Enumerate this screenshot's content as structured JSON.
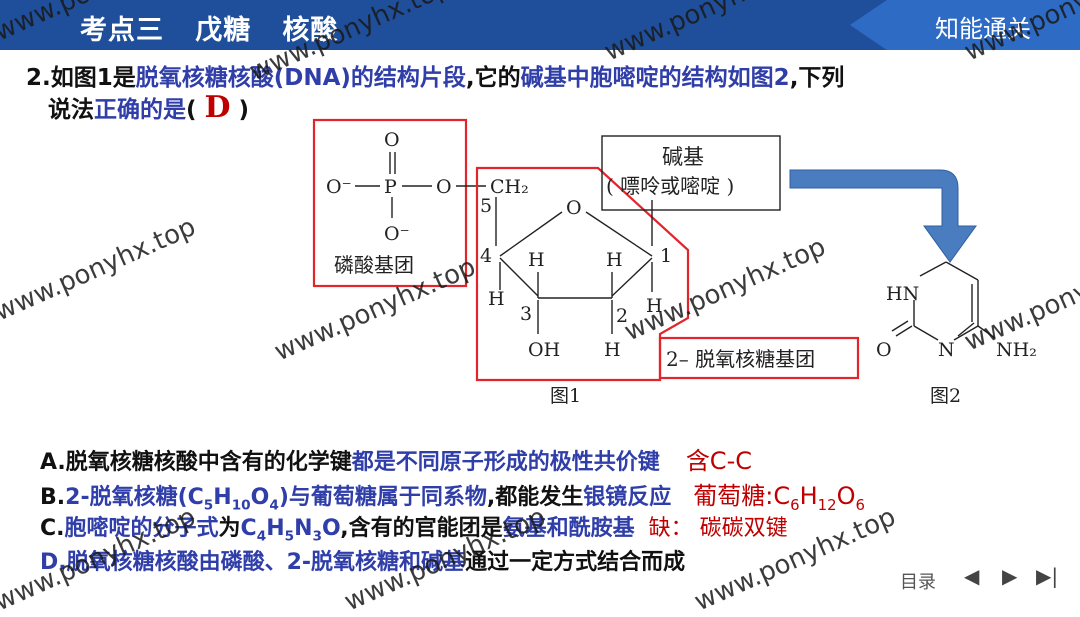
{
  "header": {
    "title": "考点三   戊糖   核酸",
    "section": "知能通关"
  },
  "question": {
    "line1_parts": [
      {
        "t": "2.如图1是",
        "c": ""
      },
      {
        "t": "脱氧核糖核酸(DNA)的结构片段",
        "c": "blue"
      },
      {
        "t": ",它的",
        "c": ""
      },
      {
        "t": "碱基中胞嘧啶的结构如图2",
        "c": "blue"
      },
      {
        "t": ",下列",
        "c": ""
      }
    ],
    "line2_parts": [
      {
        "t": "说法",
        "c": ""
      },
      {
        "t": "正确的是",
        "c": "blue"
      },
      {
        "t": "(  ",
        "c": ""
      }
    ],
    "answer": "D",
    "close": " )"
  },
  "figure1": {
    "phosphate_label": "磷酸基团",
    "base_line1": "碱基",
    "base_line2": "( 嘌呤或嘧啶 )",
    "sugar_label": "2– 脱氧核糖基团",
    "caption": "图1",
    "atoms": {
      "o_top": "O",
      "o_minus_left": "O⁻",
      "p": "P",
      "o_link": "O",
      "o_minus_bottom": "O⁻",
      "ch2": "CH₂",
      "n5": "5",
      "ring_o": "O",
      "n4": "4",
      "n1": "1",
      "n3": "3",
      "n2": "2",
      "h_a": "H",
      "h_b": "H",
      "h_c": "H",
      "h_d": "H",
      "h_e": "H",
      "oh": "OH"
    }
  },
  "figure2": {
    "caption": "图2",
    "hn": "HN",
    "o": "O",
    "n": "N",
    "nh2": "NH₂"
  },
  "options": {
    "A": {
      "parts": [
        {
          "t": "A.脱氧核糖核酸中含有的化学键",
          "c": ""
        },
        {
          "t": "都是不同原子形成的极性共价键",
          "c": "blue"
        }
      ],
      "note": "含C-C"
    },
    "B_prefix": "B.",
    "B_a": "2-脱氧核糖(C",
    "B_s1": "5",
    "B_h": "H",
    "B_s2": "10",
    "B_o": "O",
    "B_s3": "4",
    "B_b": ")与葡萄糖属于同系物",
    "B_c": ",都能发生",
    "B_d": "银镜反应",
    "B_note": "葡萄糖:C",
    "B_ns1": "6",
    "B_nh": "H",
    "B_ns2": "12",
    "B_no": "O",
    "B_ns3": "6",
    "C_prefix": "C.",
    "C_a": "胞嘧啶的分子式",
    "C_b": "为",
    "C_c": "C",
    "C_s1": "4",
    "C_h": "H",
    "C_s2": "5",
    "C_n": "N",
    "C_s3": "3",
    "C_o": "O",
    "C_d": ",含有的官能团是",
    "C_e": "氨基和酰胺基",
    "C_note": "缺：  碳碳双键",
    "D_a": "D.脱氧核糖核酸由磷酸、2-脱氧核糖和碱基",
    "D_b": "通过一定方式结合而成"
  },
  "footer": {
    "toc": "目录",
    "prev": "◀",
    "next": "▶",
    "last": "▶|"
  },
  "watermark": "www.ponyhx.top",
  "colors": {
    "header": "#1f4f9a",
    "header_right": "#2e6bc4",
    "accent_blue": "#2f3ea8",
    "accent_red": "#c00000"
  }
}
